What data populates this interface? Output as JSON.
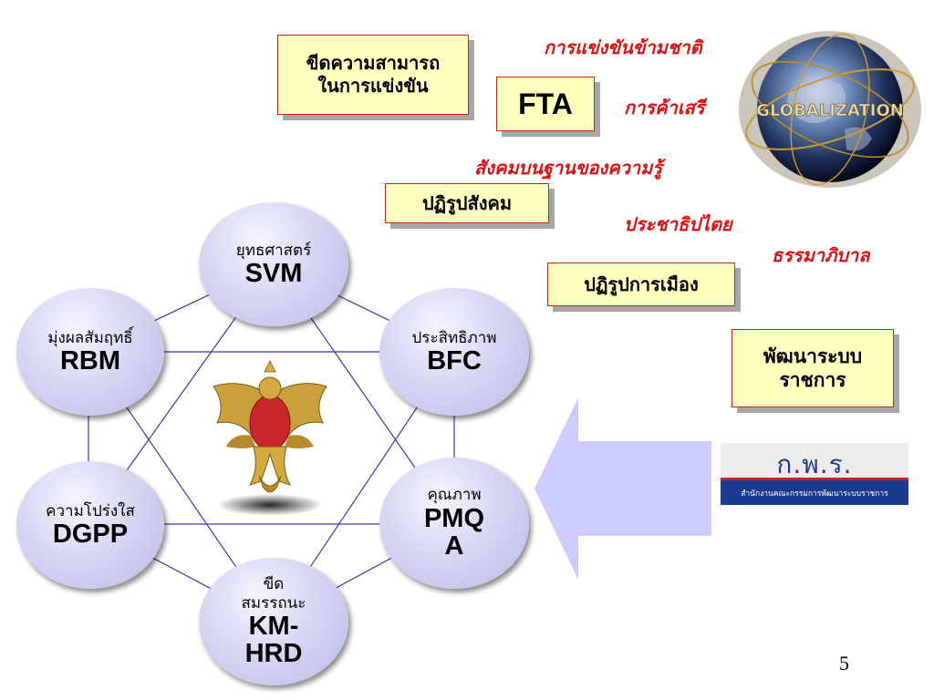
{
  "boxes": {
    "competitiveness": [
      "ขีดความสามารถ",
      "ในการแข่งขัน"
    ],
    "fta": "FTA",
    "social_reform": "ปฏิรูปสังคม",
    "political_reform": "ปฏิรูปการเมือง",
    "bureaucracy_dev": [
      "พัฒนาระบบ",
      "ราชการ"
    ]
  },
  "red_labels": {
    "transnational_competition": "การแข่งขันข้ามชาติ",
    "free_trade": "การค้าเสรี",
    "knowledge_society": "สังคมบนฐานของความรู้",
    "democracy": "ประชาธิปไตย",
    "good_governance": "ธรรมาภิบาล"
  },
  "globe": {
    "label": "GLOBALIZATION"
  },
  "circles": {
    "svm": {
      "thai": "ยุทธศาสตร์",
      "code": "SVM"
    },
    "rbm": {
      "thai": "มุ่งผลสัมฤทธิ์",
      "code": "RBM"
    },
    "bfc": {
      "thai": "ประสิทธิภาพ",
      "code": "BFC"
    },
    "dgpp": {
      "thai": "ความโปร่งใส",
      "code": "DGPP"
    },
    "pmqa": {
      "thai": "คุณภาพ",
      "code": [
        "PMQ",
        "A"
      ]
    },
    "kmhrd": {
      "thai": [
        "ขีด",
        "สมรรถนะ"
      ],
      "code": [
        "KM-",
        "HRD"
      ]
    }
  },
  "ocsc_logo": {
    "abbr": "ก.พ.ร.",
    "full_name": "สำนักงานคณะกรรมการพัฒนาระบบราชการ"
  },
  "page_number": "5",
  "colors": {
    "box_fill": "#ffffc0",
    "box_border": "#d02020",
    "red_text": "#e01010",
    "circle_fill": "#d7d7f4",
    "arrow_fill": "#ccccff",
    "line_color": "#3a3aa8",
    "ocsc_blue": "#1b3c8e"
  }
}
